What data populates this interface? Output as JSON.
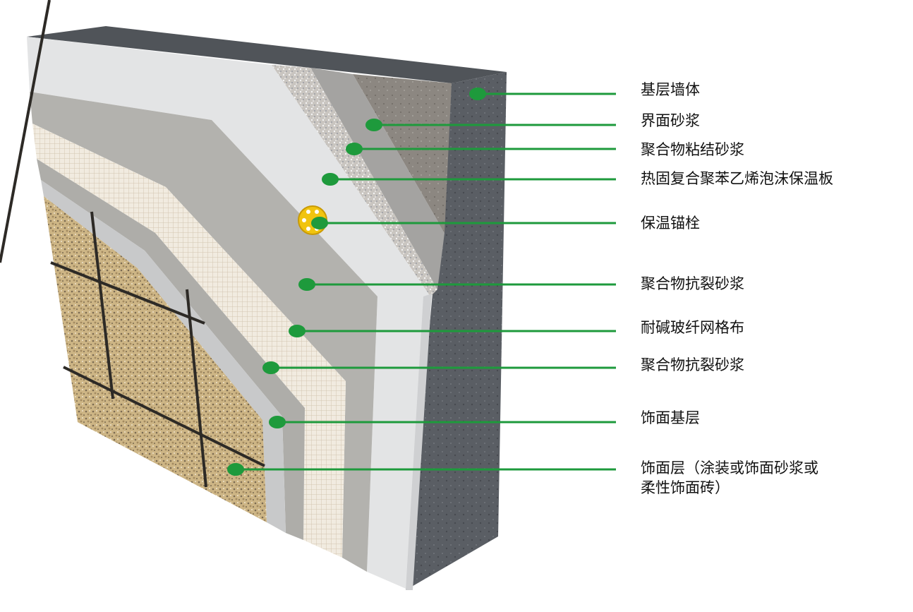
{
  "colors": {
    "leader": "#1e9a3c",
    "base_wall": "#5c6066",
    "interface_mortar": "#8a8580",
    "insulation_board": "#e4e5e6",
    "anti_crack_mortar": "#b1b0ad",
    "mesh": "#efe9de",
    "finish_base": "#c7c8c9",
    "finish_stone": "#cdb585",
    "anchor": "#f1c40f"
  },
  "layers": [
    {
      "label": "基层墙体"
    },
    {
      "label": "界面砂浆"
    },
    {
      "label": "聚合物粘结砂浆"
    },
    {
      "label": "热固复合聚苯乙烯泡沫保温板"
    },
    {
      "label": "保温锚栓"
    },
    {
      "label": "聚合物抗裂砂浆"
    },
    {
      "label": "耐碱玻纤网格布"
    },
    {
      "label": "聚合物抗裂砂浆"
    },
    {
      "label": "饰面基层"
    },
    {
      "label": "饰面层（涂装或饰面砂浆或\n柔性饰面砖）"
    }
  ]
}
